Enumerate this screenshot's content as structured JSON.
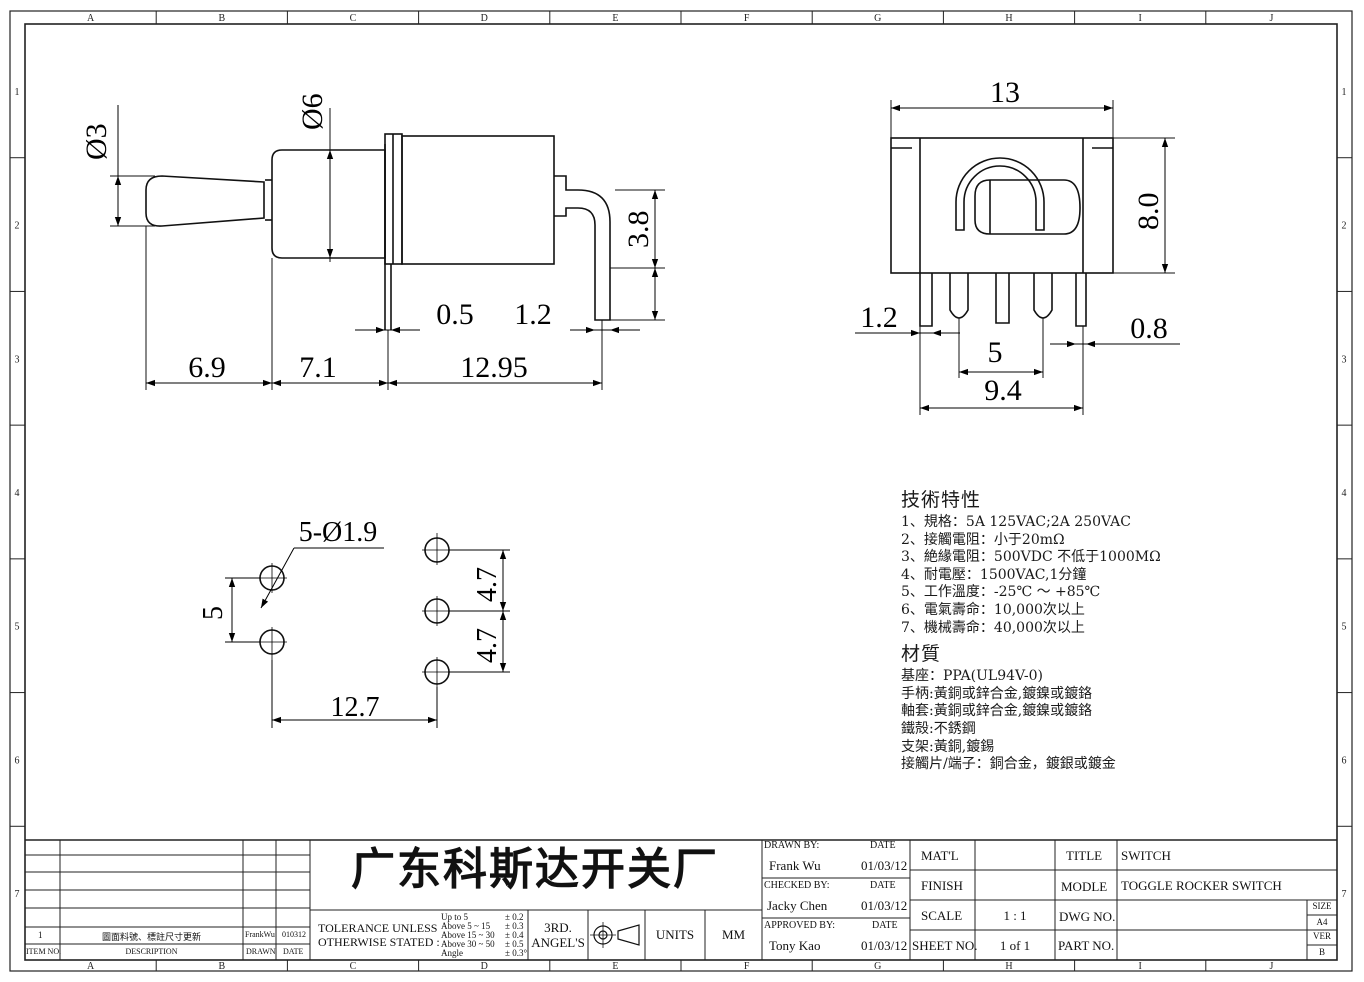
{
  "grid": {
    "columns": [
      "A",
      "B",
      "C",
      "D",
      "E",
      "F",
      "G",
      "H",
      "I",
      "J"
    ],
    "rows": [
      "1",
      "2",
      "3",
      "4",
      "5",
      "6",
      "7"
    ]
  },
  "side_view": {
    "diameter_toggle": "Ø3",
    "diameter_bushing": "Ø6",
    "terminal_height": "3.8",
    "gap": "0.5",
    "terminal_width": "1.2",
    "toggle_length": "6.9",
    "bushing_length": "7.1",
    "body_length": "12.95"
  },
  "front_view": {
    "width": "13",
    "height": "8.0",
    "terminal_width": "1.2",
    "terminal_thickness": "0.8",
    "pitch": "5",
    "terminal_span": "9.4"
  },
  "pcb_layout": {
    "holes": "5-Ø1.9",
    "pitch_left": "5",
    "pitch_right_1": "4.7",
    "pitch_right_2": "4.7",
    "span": "12.7"
  },
  "specs": {
    "title": "技術特性",
    "items": [
      "1、規格：5A 125VAC;2A 250VAC",
      "2、接觸電阻：小于20mΩ",
      "3、絶緣電阻：500VDC 不低于1000MΩ",
      "4、耐電壓：1500VAC,1分鐘",
      "5、工作溫度：-25℃ ～ +85℃",
      "6、電氣壽命：10,000次以上",
      "7、機械壽命：40,000次以上"
    ],
    "material_title": "材質",
    "materials": [
      "基座：PPA(UL94V-0)",
      "手柄:黃銅或鋅合金,鍍鎳或鍍鉻",
      "軸套:黃銅或鋅合金,鍍鎳或鍍鉻",
      "鐵殻:不銹鋼",
      "支架:黃銅,鍍錫",
      "接觸片/端子：銅合金，鍍銀或鍍金"
    ]
  },
  "title_block": {
    "company": "广东科斯达开关厂",
    "revision": {
      "item": "1",
      "description": "圖面料號、標註尺寸更新",
      "drawn": "FrankWu",
      "date": "010312",
      "item_header": "ITEM NO.",
      "description_header": "DESCRIPTION",
      "drawn_header": "DRAWN",
      "date_header": "DATE"
    },
    "tolerance_line1": "TOLERANCE UNLESS",
    "tolerance_line2": "OTHERWISE STATED :",
    "tolerance_ranges": [
      "Up  to  5",
      "Above 5   ~ 15",
      "Above 15 ~ 30",
      "Above 30 ~ 50",
      "Angle"
    ],
    "tolerance_values": [
      "± 0.2",
      "± 0.3",
      "± 0.4",
      "± 0.5",
      "± 0.3°"
    ],
    "projection_line1": "3RD.",
    "projection_line2": "ANGEL'S",
    "units_label": "UNITS",
    "units_value": "MM",
    "drawn_by_label": "DRAWN BY:",
    "drawn_by": "Frank Wu",
    "checked_by_label": "CHECKED BY:",
    "checked_by": "Jacky Chen",
    "approved_by_label": "APPROVED BY:",
    "approved_by": "Tony Kao",
    "date_label": "DATE",
    "date_drawn": "01/03/12",
    "date_checked": "01/03/12",
    "date_approved": "01/03/12",
    "material_label": "MAT'L",
    "finish_label": "FINISH",
    "scale_label": "SCALE",
    "scale_value": "1 : 1",
    "sheet_label": "SHEET NO.",
    "sheet_value": "1 of 1",
    "title_label": "TITLE",
    "title_value": "SWITCH",
    "model_label": "MODLE",
    "model_value": "TOGGLE ROCKER SWITCH",
    "dwg_label": "DWG NO.",
    "part_label": "PART NO.",
    "size_label": "SIZE",
    "size_value": "A4",
    "ver_label": "VER",
    "ver_value": "B"
  }
}
